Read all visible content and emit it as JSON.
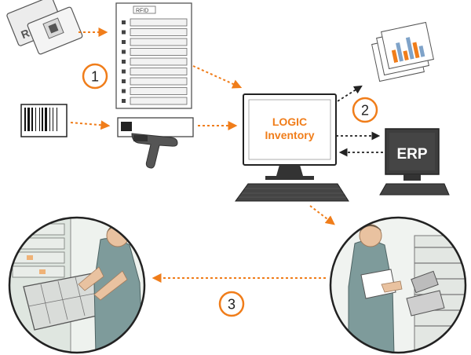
{
  "rfid_label": "RFID",
  "rfid_form_label": "RFID",
  "system_title_line1": "LOGIC",
  "system_title_line2": "Inventory",
  "erp_label": "ERP",
  "steps": [
    "1",
    "2",
    "3"
  ],
  "colors": {
    "accent": "#f07d1a",
    "outline": "#333333",
    "screen_dark": "#3d3d3d",
    "skin": "#e9c2a0",
    "scrubs": "#7e9b9b"
  }
}
